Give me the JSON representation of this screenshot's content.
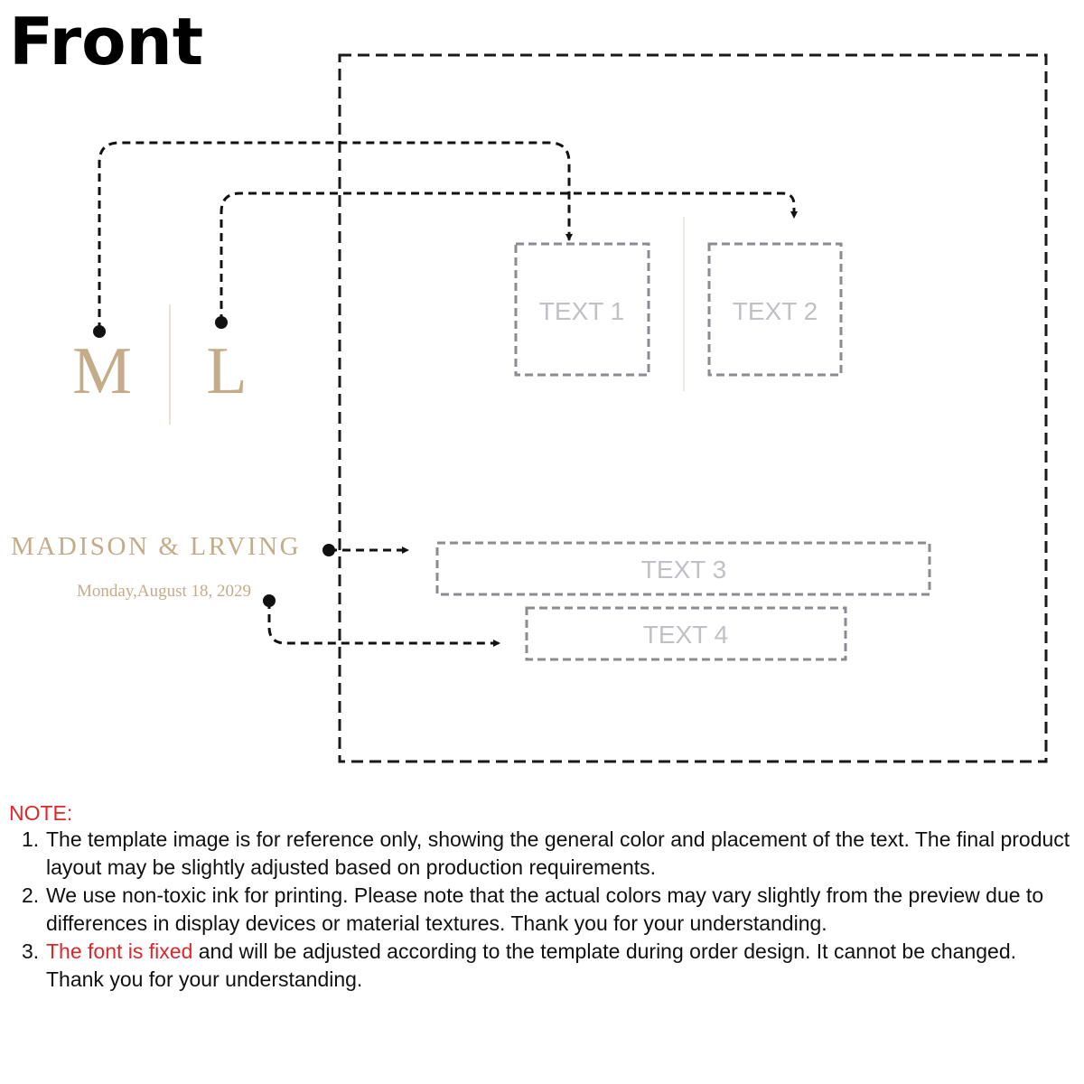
{
  "title": "Front",
  "monogram": {
    "left_letter": "M",
    "right_letter": "L"
  },
  "names": "MADISON & LRVING",
  "date": "Monday,August 18, 2029",
  "placeholders": {
    "text1": "TEXT 1",
    "text2": "TEXT 2",
    "text3": "TEXT 3",
    "text4": "TEXT 4"
  },
  "note": {
    "heading": "NOTE:",
    "items": [
      {
        "number": "1.",
        "text": "The template image is for reference only, showing the general color and placement of the text. The final product layout may be slightly adjusted based on production requirements."
      },
      {
        "number": "2.",
        "text": "We use non-toxic ink for printing. Please note that the actual colors may vary slightly from the preview due to differences in display devices or material textures. Thank you for your understanding."
      },
      {
        "number": "3.",
        "highlight": "The font is fixed",
        "text": " and will be adjusted according to the template during order design. It cannot be changed. Thank you for your understanding."
      }
    ]
  },
  "colors": {
    "gold": "#c4ac88",
    "placeholder_border": "#8e8a92",
    "placeholder_text": "#c3bfc6",
    "note_red": "#e0262b",
    "frame": "#1a1a1a"
  }
}
